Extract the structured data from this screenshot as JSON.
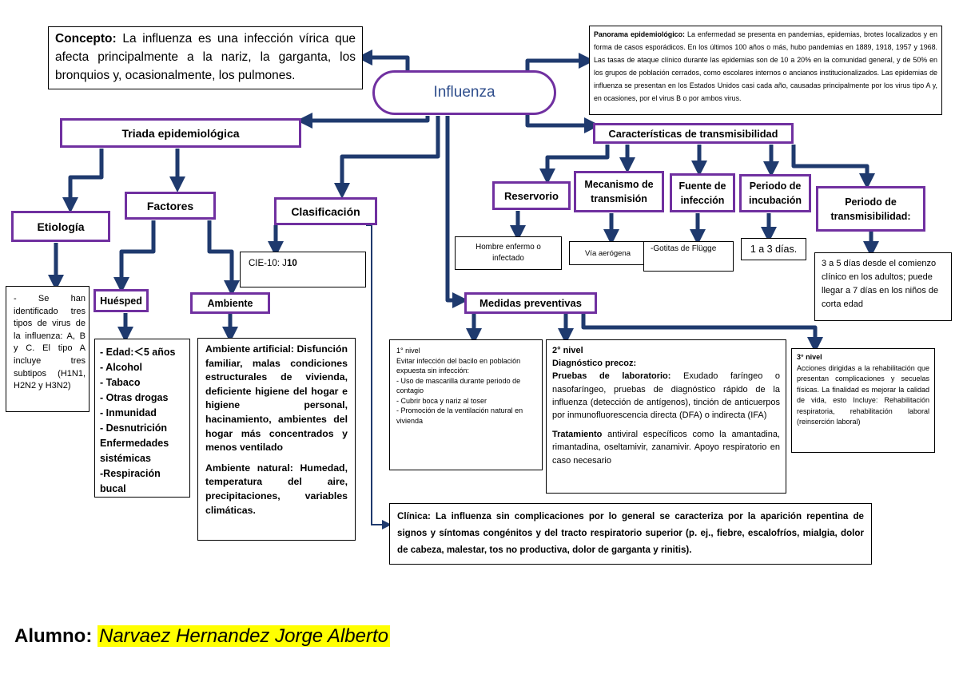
{
  "center": "Influenza",
  "concept": {
    "label": "Concepto:",
    "text": "La influenza es una infección vírica que afecta principalmente a la nariz, la garganta, los bronquios y, ocasionalmente, los pulmones."
  },
  "panorama": {
    "label": "Panorama epidemiológico:",
    "text": "La enfermedad se presenta en pandemias, epidemias, brotes localizados y en forma de casos esporádicos. En los últimos 100 años o más, hubo pandemias en 1889, 1918, 1957 y 1968. Las tasas de ataque clínico durante las epidemias son de 10 a 20% en la comunidad general, y de 50% en los grupos de población cerrados, como escolares internos o ancianos institucionalizados. Las epidemias de influenza se presentan en los Estados Unidos casi cada año, causadas principalmente por los virus tipo A y, en ocasiones, por el virus B o por ambos virus."
  },
  "triada": {
    "title": "Triada epidemiológica",
    "etiologia": {
      "title": "Etiología",
      "text": "- Se han identificado tres tipos de virus de la influenza: A, B y C. El tipo A incluye tres subtipos (H1N1, H2N2 y H3N2)"
    },
    "factores": {
      "title": "Factores",
      "huesped": {
        "title": "Huésped",
        "items": [
          "Edad:＜5 años",
          "Alcohol",
          "Tabaco",
          "Otras drogas",
          "Inmunidad",
          "Desnutrición"
        ],
        "extra": "Enfermedades sistémicas",
        "last": "-Respiración bucal"
      },
      "ambiente": {
        "title": "Ambiente",
        "artificial_label": "Ambiente artificial:",
        "artificial_text": "Disfunción familiar, malas condiciones estructurales de vivienda, deficiente higiene del hogar e higiene personal, hacinamiento, ambientes del hogar más concentrados y menos ventilado",
        "natural_label": "Ambiente natural:",
        "natural_text": "Humedad, temperatura del aire, precipitaciones, variables climáticas."
      }
    }
  },
  "clasificacion": {
    "title": "Clasificación",
    "code_label": "CIE-10: J",
    "code_num": "10"
  },
  "transmision": {
    "title": "Características de transmisibilidad",
    "reservorio": {
      "title": "Reservorio",
      "text": "Hombre enfermo o infectado"
    },
    "mecanismo": {
      "title": "Mecanismo de transmisión",
      "text": "Vía aerógena"
    },
    "fuente": {
      "title": "Fuente de infección",
      "text": "-Gotitas de Flügge"
    },
    "incubacion": {
      "title": "Periodo de incubación",
      "text": "1 a 3 días."
    },
    "transmisibilidad": {
      "title": "Periodo de transmisibilidad:",
      "text": "3 a 5 días desde el comienzo clínico en los adultos; puede llegar a 7 días en los niños de corta edad"
    }
  },
  "medidas": {
    "title": "Medidas preventivas",
    "nivel1": {
      "title": "1° nivel",
      "intro": "Evitar infección del bacilo en población expuesta sin infección:",
      "items": [
        "Uso de mascarilla durante periodo de contagio",
        "Cubrir boca y nariz al toser",
        "Promoción de la ventilación natural en vivienda"
      ]
    },
    "nivel2": {
      "title": "2° nivel",
      "diag": "Diagnóstico precoz:",
      "pruebas_label": "Pruebas de laboratorio:",
      "pruebas_text": "Exudado faríngeo o nasofaríngeo, pruebas de diagnóstico rápido de la influenza (detección de antígenos), tinción de anticuerpos por inmunofluorescencia directa (DFA) o indirecta (IFA)",
      "trat_label": "Tratamiento",
      "trat_text": "antiviral específicos como la amantadina, rimantadina, oseltamivir, zanamivir. Apoyo respiratorio en caso necesario"
    },
    "nivel3": {
      "title": "3° nivel",
      "text": "Acciones dirigidas a la rehabilitación que presentan complicaciones y secuelas físicas. La finalidad es mejorar la calidad de vida, esto Incluye: Rehabilitación respiratoria, rehabilitación laboral (reinserción laboral)"
    }
  },
  "clinica": {
    "label": "Clínica:",
    "text": "La influenza sin complicaciones por lo general se caracteriza por la aparición repentina de signos y síntomas congénitos y del tracto respiratorio superior (p. ej., fiebre, escalofríos, mialgia, dolor de cabeza, malestar, tos no productiva, dolor de garganta y rinitis)."
  },
  "student": {
    "label": "Alumno:",
    "name": "Narvaez Hernandez Jorge Alberto"
  },
  "colors": {
    "arrow": "#1f3a6e",
    "node_border": "#7030a0",
    "highlight": "#ffff00"
  }
}
